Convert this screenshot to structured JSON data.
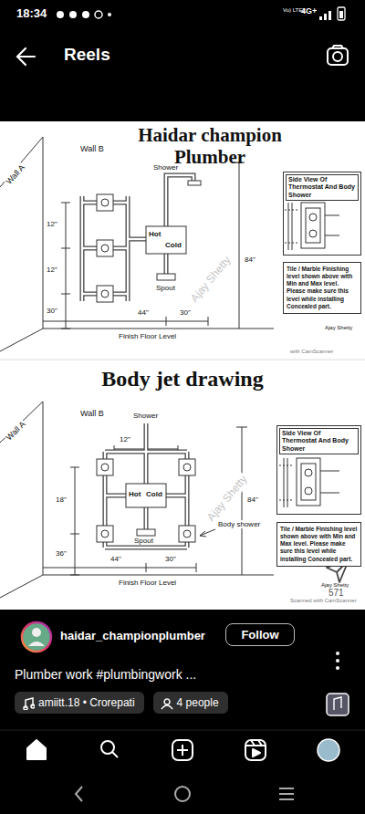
{
  "diagram": {
    "nodes": [
      {
        "text": [
          "Side View Of Thermostat And Body Shower"
        ]
      },
      {
        "text": [
          "Tile / Marble Finishing level shown above with Min and Max level. Please make sure this level while installing Concealed part."
        ]
      },
      {
        "text": [
          "Side View Of Thermostat And Body Shower"
        ]
      },
      {
        "text": [
          "Tile / Marble Finishing level shown above with Min and Max level. Please make sure this level while installing Concealed part."
        ]
      },
      {
        "text": [
          "Follow"
        ]
      },
      {
        "text": [
          "amiitt.18 • Crorepati"
        ]
      },
      {
        "text": [
          "4 people"
        ]
      }
    ],
    "labels": [
      "18:34",
      "Vo) LTE2",
      "4G+",
      "Reels",
      "Haidar champion Plumber",
      "Wall A",
      "Wall B",
      "Shower",
      "12\"",
      "12\"",
      "30\"",
      "Hot",
      "Cold",
      "Spout",
      "44\"",
      "30\"",
      "84\"",
      "Finish Floor Level",
      "Ajay Shetty",
      "Ajay Shetty",
      "with CamScanner",
      "Body jet drawing",
      "Wall A",
      "Wall B",
      "Shower",
      "12\"",
      "18\"",
      "Hot",
      "Cold",
      "84\"",
      "Body shower",
      "36\"",
      "Spout",
      "44\"",
      "30\"",
      "Finish Floor Level",
      "Ajay Shetty",
      "Ajay Shetty",
      "Scanned with CamScanner",
      "571",
      "haidar_championplumber",
      "Plumber work #plumbingwork ..."
    ]
  }
}
